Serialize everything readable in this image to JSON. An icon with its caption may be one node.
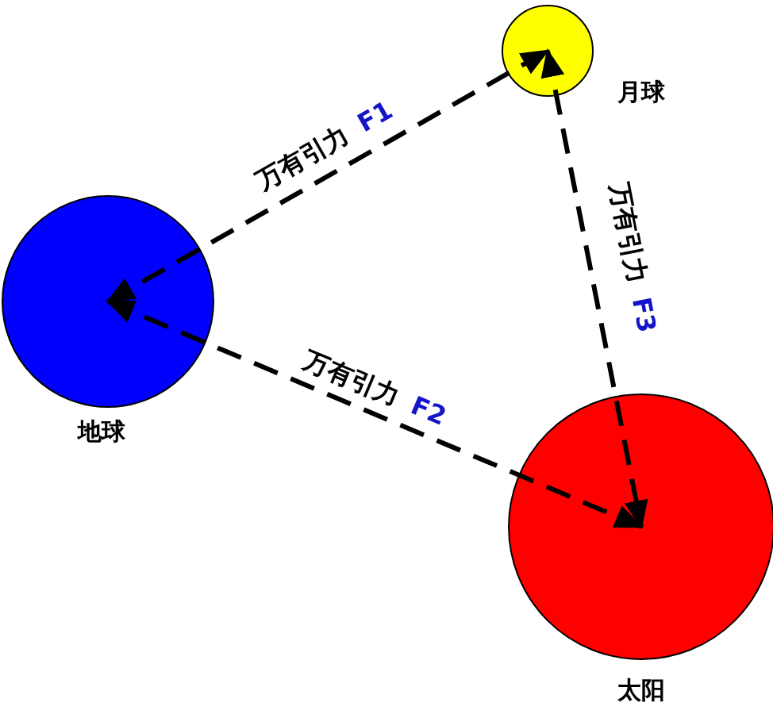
{
  "diagram": {
    "nodes": [
      {
        "text": [
          "月球"
        ]
      },
      {
        "text": [
          "地球"
        ]
      },
      {
        "text": [
          "太阳"
        ]
      }
    ],
    "edges": [
      {
        "from": 1,
        "to": 0,
        "arrow": "both",
        "label": "万有引力 F1",
        "style": "dashed"
      },
      {
        "from": 1,
        "to": 2,
        "arrow": "both",
        "label": "万有引力 F2",
        "style": "dashed"
      },
      {
        "from": 0,
        "to": 2,
        "arrow": "both",
        "label": "万有引力 F3",
        "style": "dashed"
      }
    ]
  }
}
